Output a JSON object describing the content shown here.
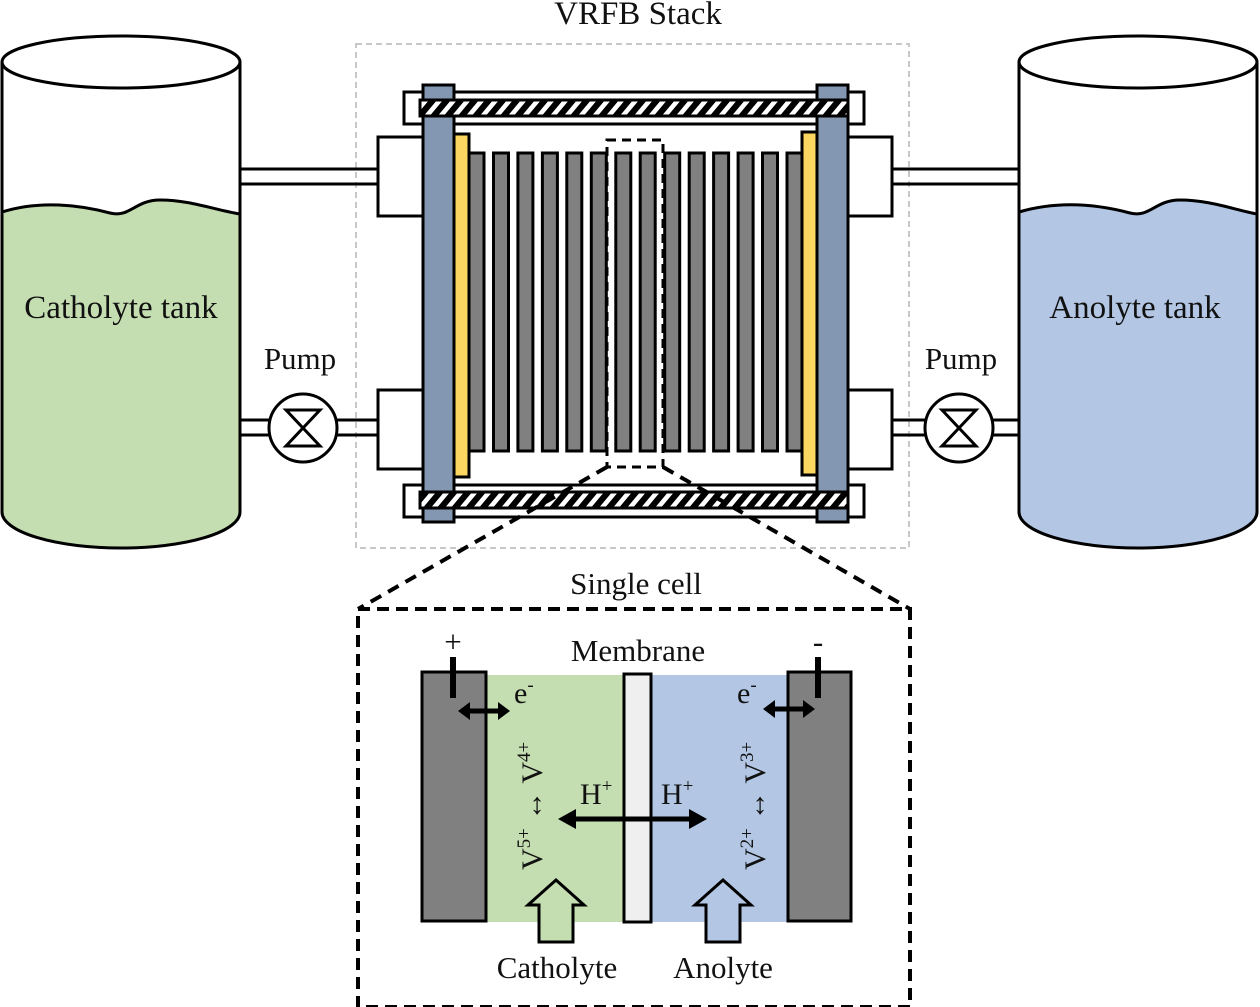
{
  "title": "VRFB Stack",
  "colors": {
    "catholyte": "#c5deb1",
    "anolyte": "#b3c7e5",
    "end_plate": "#8397b2",
    "current_collector": "#fbd660",
    "bipolar_plate": "#808080",
    "membrane": "#efefef",
    "outline": "#000000",
    "stack_frame": "#c8c8c8"
  },
  "left_tank": {
    "label": "Catholyte tank"
  },
  "right_tank": {
    "label": "Anolyte tank"
  },
  "pumps": [
    {
      "label": "Pump"
    },
    {
      "label": "Pump"
    }
  ],
  "stack": {
    "label": "VRFB Stack",
    "plate_count": 14
  },
  "single_cell": {
    "label": "Single cell",
    "membrane_label": "Membrane",
    "positive_terminal": "+",
    "negative_terminal": "-",
    "electron_left": {
      "base": "e",
      "sup": "-"
    },
    "electron_right": {
      "base": "e",
      "sup": "-"
    },
    "proton_left": {
      "base": "H",
      "sup": "+"
    },
    "proton_right": {
      "base": "H",
      "sup": "+"
    },
    "cathode_reaction": {
      "a": "V",
      "a_sup": "5+",
      "arrow": " ↔ ",
      "b": "V",
      "b_sup": "4+"
    },
    "anode_reaction": {
      "a": "V",
      "a_sup": "2+",
      "arrow": " ↔ ",
      "b": "V",
      "b_sup": "3+"
    },
    "catholyte_label": "Catholyte",
    "anolyte_label": "Anolyte"
  }
}
